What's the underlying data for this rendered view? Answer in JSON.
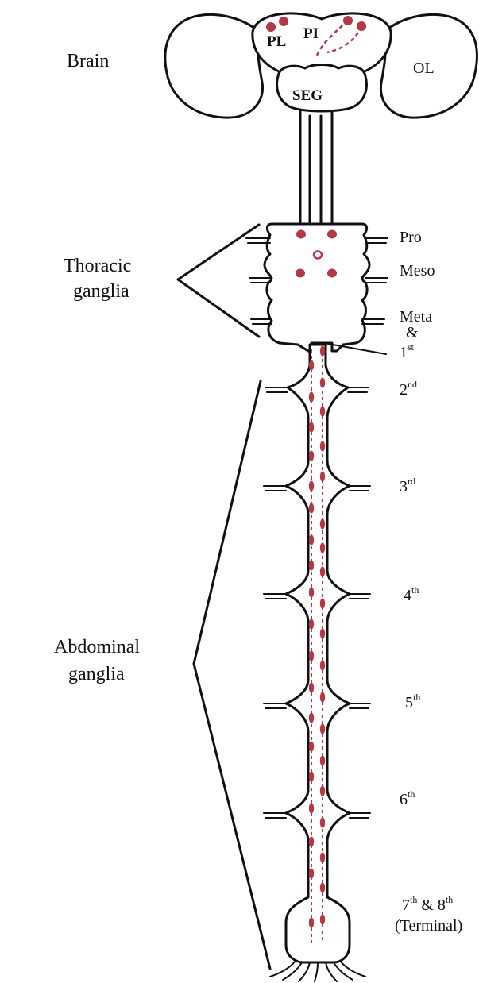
{
  "labels": {
    "brain": "Brain",
    "thoracic_line1": "Thoracic",
    "thoracic_line2": "ganglia",
    "abdominal_line1": "Abdominal",
    "abdominal_line2": "ganglia",
    "pl": "PL",
    "pi": "PI",
    "ol": "OL",
    "seg": "SEG",
    "pro": "Pro",
    "meso": "Meso",
    "meta": "Meta",
    "amp": "&",
    "first": "1",
    "first_sup": "st",
    "second": "2",
    "second_sup": "nd",
    "third": "3",
    "third_sup": "rd",
    "fourth": "4",
    "fourth_sup": "th",
    "fifth": "5",
    "fifth_sup": "th",
    "sixth": "6",
    "sixth_sup": "th",
    "seventh": "7",
    "seventh_sup": "th",
    "eighth_prefix": " & 8",
    "eighth_sup": "th",
    "terminal": "(Terminal)"
  },
  "colors": {
    "outline": "#111111",
    "cell": "#b23a48",
    "background": "#ffffff"
  }
}
